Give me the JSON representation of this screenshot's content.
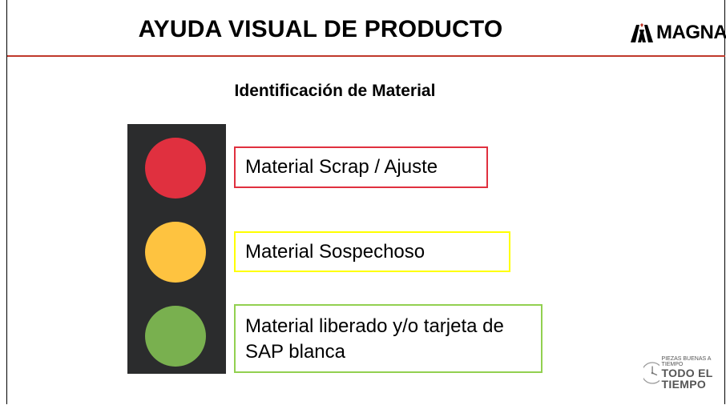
{
  "header": {
    "title": "AYUDA VISUAL DE PRODUCTO",
    "logo_text": "MAGNA"
  },
  "subtitle": "Identificación de Material",
  "legend": [
    {
      "color": "#e0303f",
      "border": "#e0303f",
      "label": "Material Scrap / Ajuste"
    },
    {
      "color": "#fec340",
      "border": "#ffff00",
      "label": "Material Sospechoso"
    },
    {
      "color": "#79b04f",
      "border": "#92d050",
      "label": "Material liberado y/o tarjeta de SAP blanca"
    }
  ],
  "badge": {
    "small_text": "PIEZAS BUENAS A TIEMPO",
    "big_text": "TODO EL TIEMPO"
  }
}
